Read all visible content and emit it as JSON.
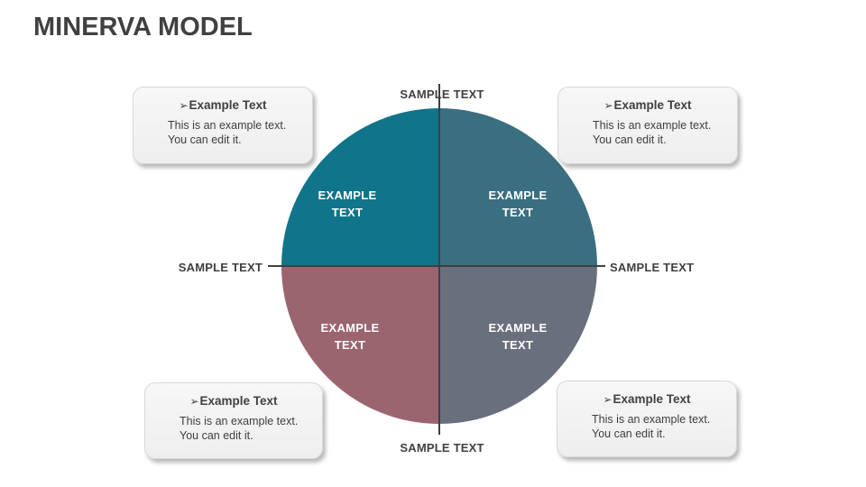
{
  "slide": {
    "title": "MINERVA MODEL",
    "colors": {
      "title_text": "#404040",
      "axis_line": "#3f3f3f",
      "quadrant_label_text": "#ffffff",
      "callout_background": "#f2f2f2",
      "quadrant_top_left": "#10748A",
      "quadrant_top_right": "#3A6F81",
      "quadrant_bottom_left": "#9B6570",
      "quadrant_bottom_right": "#6A6F7D"
    },
    "axis_labels": {
      "top": "SAMPLE TEXT",
      "right": "SAMPLE TEXT",
      "bottom": "SAMPLE TEXT",
      "left": "SAMPLE TEXT"
    },
    "quadrants": [
      {
        "position": "top-left",
        "color": "#10748A",
        "label": "EXAMPLE\nTEXT"
      },
      {
        "position": "top-right",
        "color": "#3A6F81",
        "label": "EXAMPLE\nTEXT"
      },
      {
        "position": "bottom-left",
        "color": "#9B6570",
        "label": "EXAMPLE\nTEXT"
      },
      {
        "position": "bottom-right",
        "color": "#6A6F7D",
        "label": "EXAMPLE\nTEXT"
      }
    ],
    "callouts": [
      {
        "position": "top-left",
        "bullet": "➢",
        "heading": "Example Text",
        "body": "This is an example text.\nYou can edit it."
      },
      {
        "position": "top-right",
        "bullet": "➢",
        "heading": "Example Text",
        "body": "This is an example text.\nYou can edit it."
      },
      {
        "position": "bottom-left",
        "bullet": "➢",
        "heading": "Example Text",
        "body": "This is an example text.\nYou can edit it."
      },
      {
        "position": "bottom-right",
        "bullet": "➢",
        "heading": "Example Text",
        "body": "This is an example text.\nYou can edit it."
      }
    ]
  }
}
